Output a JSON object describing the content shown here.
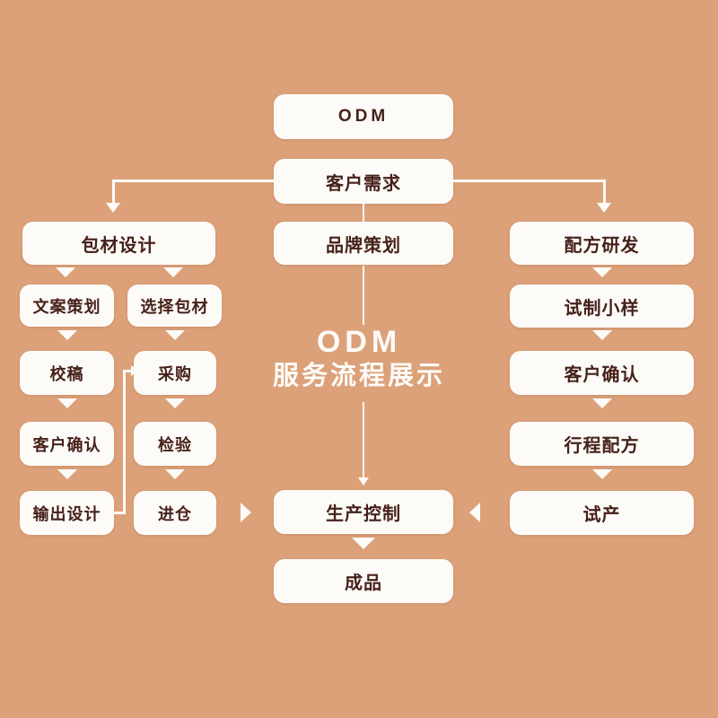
{
  "theme": {
    "background": "#dca179",
    "box_fill": "#fdfbf8",
    "text_color": "#46211a",
    "connector_color": "#fdfbf8",
    "watermark_color": "#fdfbf8"
  },
  "watermark": {
    "line1": "ODM",
    "line2": "服务流程展示"
  },
  "nodes": {
    "odm": "ODM",
    "customer_requirement": "客户需求",
    "package_design": "包材设计",
    "brand_planning": "品牌策划",
    "formula_rd": "配方研发",
    "copy_planning": "文案策划",
    "select_package": "选择包材",
    "trial_sample": "试制小样",
    "proofread": "校稿",
    "purchase": "采购",
    "customer_confirm_left": "客户确认",
    "customer_confirm_right": "客户确认",
    "inspection": "检验",
    "travel_formula": "行程配方",
    "output_design": "输出设计",
    "warehouse_in": "进仓",
    "production_control": "生产控制",
    "trial_production": "试产",
    "finished_product": "成品"
  },
  "flow": {
    "title": "ODM 服务流程展示",
    "branches": [
      "包材设计",
      "品牌策划",
      "配方研发"
    ],
    "left_branch_chain_a": [
      "包材设计",
      "文案策划",
      "校稿",
      "客户确认",
      "输出设计"
    ],
    "left_branch_chain_b": [
      "包材设计",
      "选择包材",
      "采购",
      "检验",
      "进仓"
    ],
    "right_branch_chain": [
      "配方研发",
      "试制小样",
      "客户确认",
      "行程配方",
      "试产"
    ],
    "center_chain": [
      "品牌策划",
      "生产控制",
      "成品"
    ],
    "cross_link": "输出设计 → 采购",
    "merge_into": "生产控制"
  }
}
